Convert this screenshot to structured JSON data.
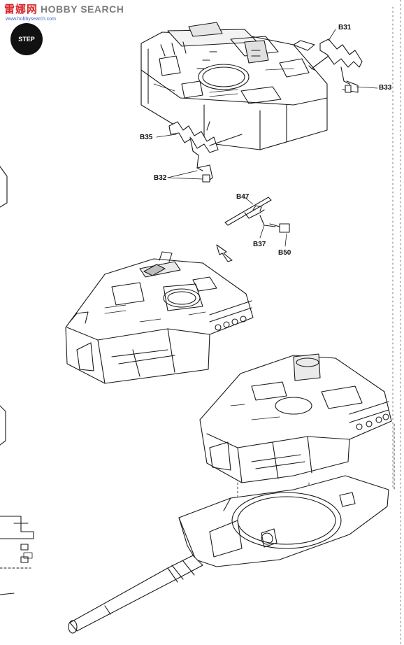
{
  "watermark": {
    "brand": "雷娜网",
    "site": "HOBBY SEARCH",
    "url": "www.hobbysearch.com"
  },
  "step": {
    "label": "STEP",
    "number": ""
  },
  "parts": {
    "b31": "B31",
    "b33": "B33",
    "b35": "B35",
    "b32": "B32",
    "b47": "B47",
    "b37": "B37",
    "b50": "B50"
  },
  "icons": {
    "step": "step-badge-icon",
    "arrow": "placement-arrow-icon",
    "stamp": "stamp-icon"
  }
}
